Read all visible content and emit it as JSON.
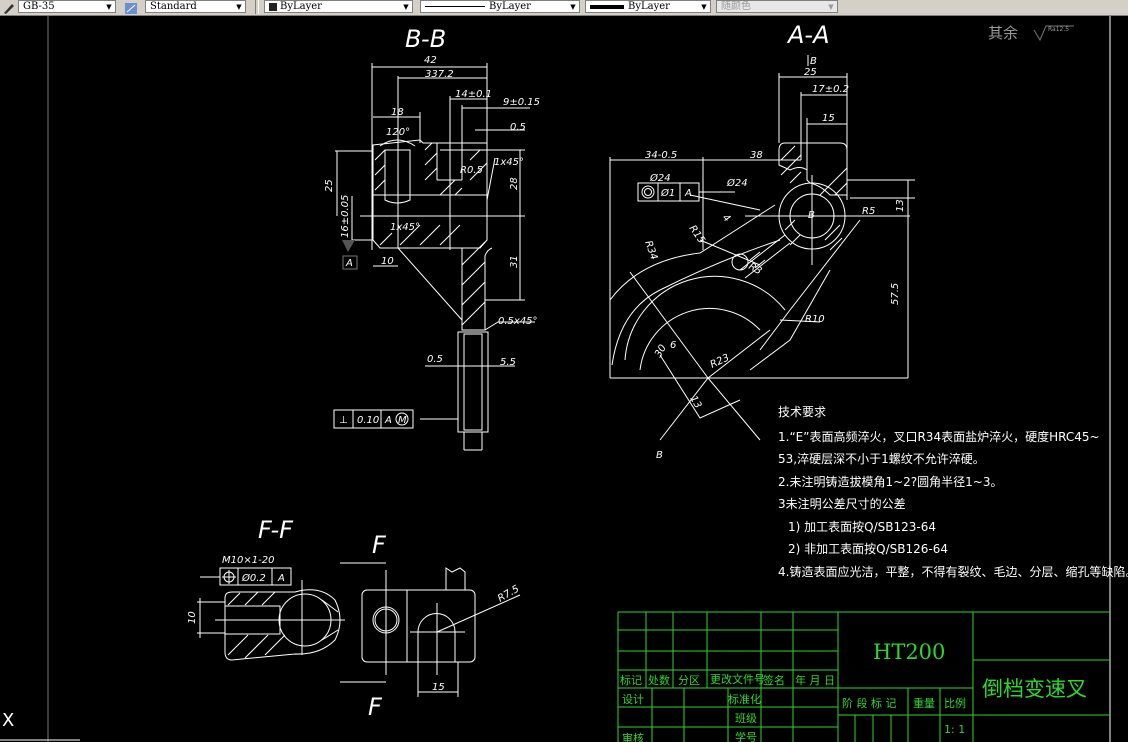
{
  "toolbar": {
    "text_style": "GB-35",
    "dim_style": "Standard",
    "layer_color": "ByLayer",
    "linetype": "ByLayer",
    "lineweight": "ByLayer",
    "plot_style": "随颜色"
  },
  "drawing": {
    "roughness_note": "其余",
    "roughness_value": "Ra12.5",
    "view_bb": {
      "title": "B-B",
      "dims": [
        "42",
        "337.2",
        "18",
        "14±0.1",
        "9±0.15",
        "0.5",
        "120°",
        "R0.5",
        "1x45°",
        "28",
        "25",
        "16±0.05",
        "1x45°",
        "10",
        "31",
        "0.5x45°",
        "0.5",
        "5.5"
      ],
      "datum": "A",
      "tolerance_frame": [
        "⊥",
        "0.10",
        "A",
        "M"
      ]
    },
    "view_aa": {
      "title": "A-A",
      "section_mark": "B",
      "dims": [
        "25",
        "17±0.2",
        "15",
        "34-0.5",
        "38",
        "Ø24",
        "Ø24",
        "R5",
        "13",
        "R34",
        "R15",
        "R3",
        "R10",
        "57.5",
        "30",
        "6",
        "R23",
        "13",
        "4"
      ],
      "tolerance_frame": [
        "◎",
        "Ø1",
        "A"
      ],
      "center_label": "B",
      "cut_label": "B"
    },
    "view_ff": {
      "title": "F-F",
      "thread": "M10×1-20",
      "tolerance_frame": [
        "⊕",
        "Ø0.2",
        "A"
      ],
      "dims": [
        "10",
        "R7.5",
        "15"
      ],
      "cut_top": "F",
      "cut_bottom": "F"
    },
    "requirements": {
      "heading": "技术要求",
      "lines": [
        "1.“E”表面高频淬火，叉口R34表面盐炉淬火，硬度HRC45~",
        "53,淬硬层深不小于1螺纹不允许淬硬。",
        "2.未注明铸造拔模角1~2?圆角半径1~3。",
        "3未注明公差尺寸的公差",
        "1) 加工表面按Q/SB123-64",
        "2) 非加工表面按Q/SB126-64",
        "4.铸造表面应光洁，平整，不得有裂纹、毛边、分层、缩孔等缺陷。"
      ]
    },
    "title_block": {
      "material": "HT200",
      "part_name": "倒档变速叉",
      "header_cells": [
        "标记",
        "处数",
        "分区",
        "更改文件号",
        "签名",
        "年 月 日"
      ],
      "design": "设计",
      "standardize": "标准化",
      "class": "班级",
      "review": "审核",
      "student_id": "学号",
      "stage_mark": "阶 段 标 记",
      "weight": "重量",
      "scale_label": "比例",
      "scale": "1: 1"
    },
    "ucs_label": "X"
  },
  "colors": {
    "background": "#000000",
    "geometry": "#ffffff",
    "title_block": "#2bd82b",
    "toolbar": "#d4d0c8"
  }
}
